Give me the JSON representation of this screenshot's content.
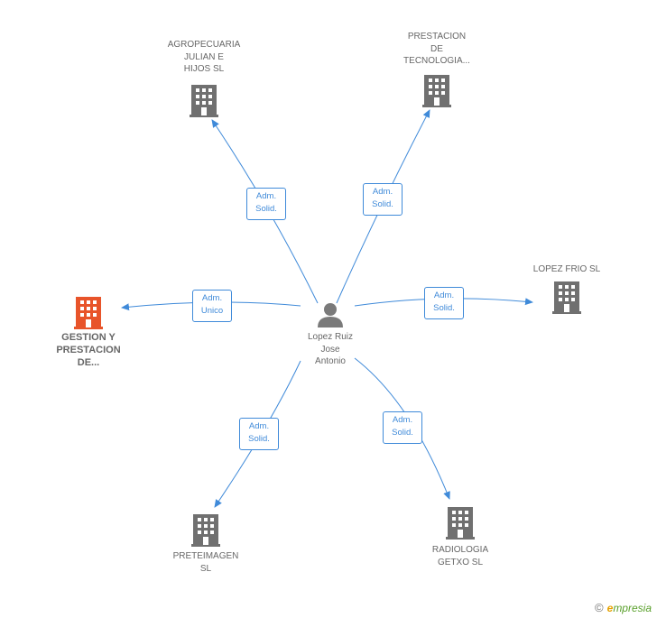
{
  "colors": {
    "edge": "#3f8ad9",
    "building": "#707070",
    "building_highlight": "#e8542a",
    "person": "#7a7a7a",
    "label": "#666666"
  },
  "center": {
    "name": "Lopez Ruiz\nJose\nAntonio",
    "icon": "person-icon"
  },
  "companies": [
    {
      "id": "agropecuaria",
      "name": "AGROPECUARIA\nJULIAN E\nHIJOS SL",
      "icon": "building-icon",
      "relation": "Adm.\nSolid."
    },
    {
      "id": "prestacion-tecnologia",
      "name": "PRESTACION\nDE\nTECNOLOGIA...",
      "icon": "building-icon",
      "relation": "Adm.\nSolid."
    },
    {
      "id": "lopez-frio",
      "name": "LOPEZ FRIO SL",
      "icon": "building-icon",
      "relation": "Adm.\nSolid."
    },
    {
      "id": "radiologia",
      "name": "RADIOLOGIA\nGETXO  SL",
      "icon": "building-icon",
      "relation": "Adm.\nSolid."
    },
    {
      "id": "preteimagen",
      "name": "PRETEIMAGEN\nSL",
      "icon": "building-icon",
      "relation": "Adm.\nSolid."
    },
    {
      "id": "gestion",
      "name": "GESTION Y\nPRESTACION\nDE...",
      "icon": "building-icon",
      "relation": "Adm.\nUnico",
      "highlight": true
    }
  ],
  "watermark": {
    "copyright": "©",
    "brand_initial": "e",
    "brand_rest": "mpresia"
  }
}
